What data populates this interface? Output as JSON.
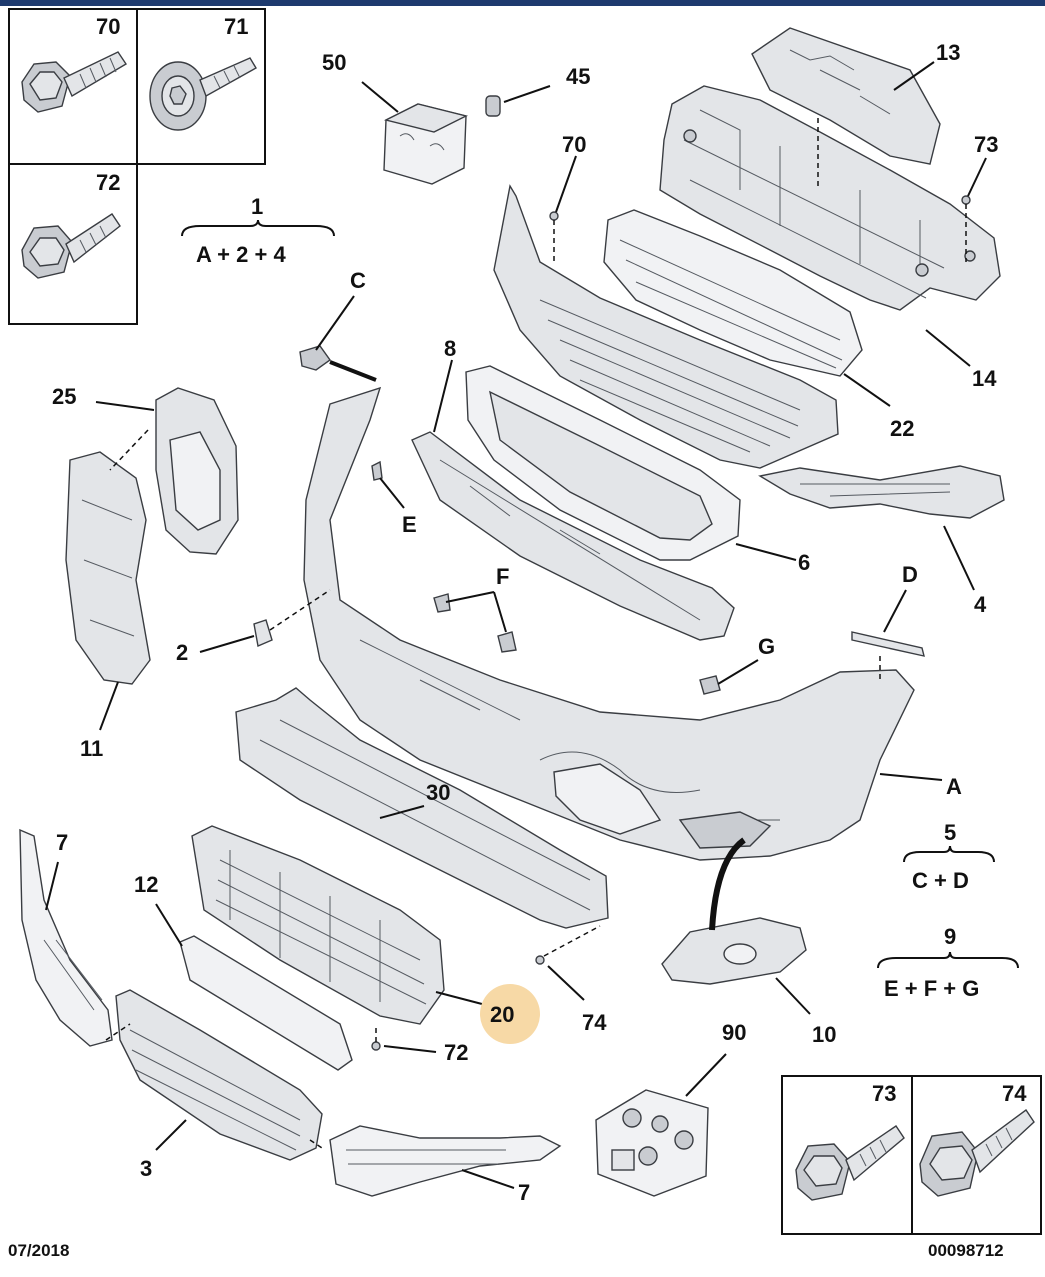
{
  "header": {
    "bar_color": "#1e3a6e"
  },
  "footer": {
    "date": "07/2018",
    "reference": "00098712"
  },
  "fastener_boxes": [
    {
      "id": "box-70",
      "label": "70"
    },
    {
      "id": "box-71",
      "label": "71"
    },
    {
      "id": "box-72",
      "label": "72"
    },
    {
      "id": "box-73",
      "label": "73"
    },
    {
      "id": "box-74",
      "label": "74"
    }
  ],
  "kit_groups": [
    {
      "id": "1",
      "label": "1",
      "contents": "A + 2 + 4"
    },
    {
      "id": "5",
      "label": "5",
      "contents": "C + D"
    },
    {
      "id": "9",
      "label": "9",
      "contents": "E + F + G"
    }
  ],
  "callouts": {
    "p50": "50",
    "p45": "45",
    "p13": "13",
    "p70b": "70",
    "p73": "73",
    "pC": "C",
    "p8": "8",
    "p25": "25",
    "p14": "14",
    "p22": "22",
    "pE": "E",
    "p6": "6",
    "pF": "F",
    "pD": "D",
    "p4": "4",
    "p2": "2",
    "pG": "G",
    "p11": "11",
    "pA": "A",
    "p30": "30",
    "p7a": "7",
    "p12": "12",
    "p20": "20",
    "p74": "74",
    "p10": "10",
    "p72": "72",
    "p90": "90",
    "p3": "3",
    "p7b": "7"
  },
  "highlight": {
    "part": "20",
    "color": "#f7d9a6"
  }
}
